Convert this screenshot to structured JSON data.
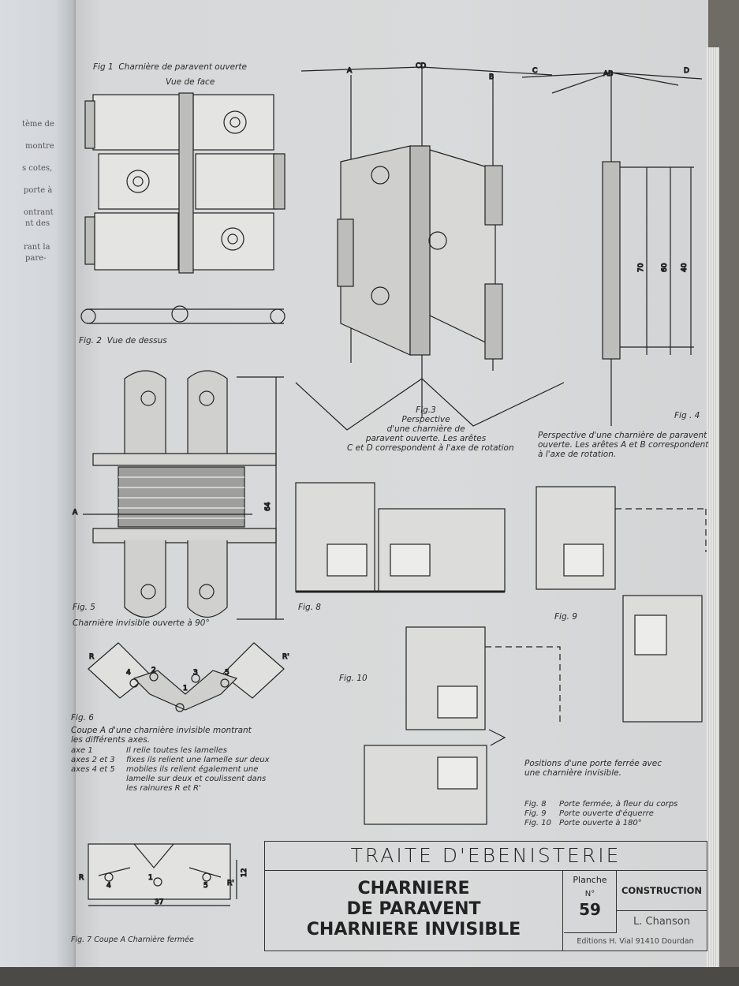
{
  "left_page": {
    "fragments": [
      "tème de",
      "montre",
      "s cotes,",
      "porte à",
      "ontrant",
      "nt des",
      "rant la",
      "pare-"
    ]
  },
  "figures": {
    "fig1": {
      "label": "Fig 1",
      "title": "Charnière de paravent ouverte",
      "subtitle": "Vue de face"
    },
    "fig2": {
      "label": "Fig. 2",
      "title": "Vue de dessus"
    },
    "fig3": {
      "label": "Fig.3",
      "caption": [
        "Perspective",
        "d'une charnière de",
        "paravent ouverte. Les arêtes",
        "C et D correspondent à l'axe de rotation"
      ],
      "letters": [
        "A",
        "CD",
        "B"
      ]
    },
    "fig4": {
      "label": "Fig . 4",
      "caption": [
        "Perspective d'une  charnière de paravent",
        "ouverte. Les arêtes A et B correspondent",
        "à l'axe de rotation."
      ],
      "letters": [
        "C",
        "AB",
        "D"
      ],
      "dims": [
        "70",
        "60",
        "40"
      ]
    },
    "fig5": {
      "label": "Fig. 5",
      "caption": "Charnière invisible ouverte à 90°",
      "dim": "64",
      "section": "A"
    },
    "fig6": {
      "label": "Fig. 6",
      "caption": [
        "Coupe A d'une charnière invisible montrant",
        "les différents axes."
      ],
      "axes": [
        {
          "name": "axe 1",
          "text": "Il relie toutes les lamelles"
        },
        {
          "name": "axes 2 et 3",
          "text": "fixes ils relient une lamelle sur deux"
        },
        {
          "name": "axes 4 et 5",
          "text": "mobiles ils relient également une"
        },
        {
          "name": "",
          "text": "lamelle sur deux et coulissent dans"
        },
        {
          "name": "",
          "text": "les rainures R et R'"
        }
      ],
      "marks": [
        "R",
        "R'",
        "4",
        "2",
        "3",
        "5",
        "1"
      ]
    },
    "fig7": {
      "label": "Fig. 7",
      "caption": "Coupe A Charnière fermée",
      "dims": [
        "37",
        "12"
      ],
      "marks": [
        "R",
        "R'",
        "4",
        "1",
        "5"
      ]
    },
    "fig8": {
      "label": "Fig. 8"
    },
    "fig9": {
      "label": "Fig. 9"
    },
    "fig10": {
      "label": "Fig. 10"
    }
  },
  "positions": {
    "caption": [
      "Positions d'une porte ferrée avec",
      "une charnière invisible."
    ],
    "list": [
      {
        "fig": "Fig. 8",
        "text": "Porte fermée, à fleur du corps"
      },
      {
        "fig": "Fig. 9",
        "text": "Porte ouverte d'équerre"
      },
      {
        "fig": "Fig. 10",
        "text": "Porte ouverte à 180°"
      }
    ]
  },
  "title_block": {
    "series": "TRAITE D'EBENISTERIE",
    "title": [
      "CHARNIERE",
      "DE PARAVENT",
      "CHARNIERE INVISIBLE"
    ],
    "planche_label": "Planche",
    "no_label": "N°",
    "planche_number": "59",
    "category": "CONSTRUCTION",
    "author": "L. Chanson",
    "publisher": "Editions H. Vial 91410 Dourdan"
  }
}
